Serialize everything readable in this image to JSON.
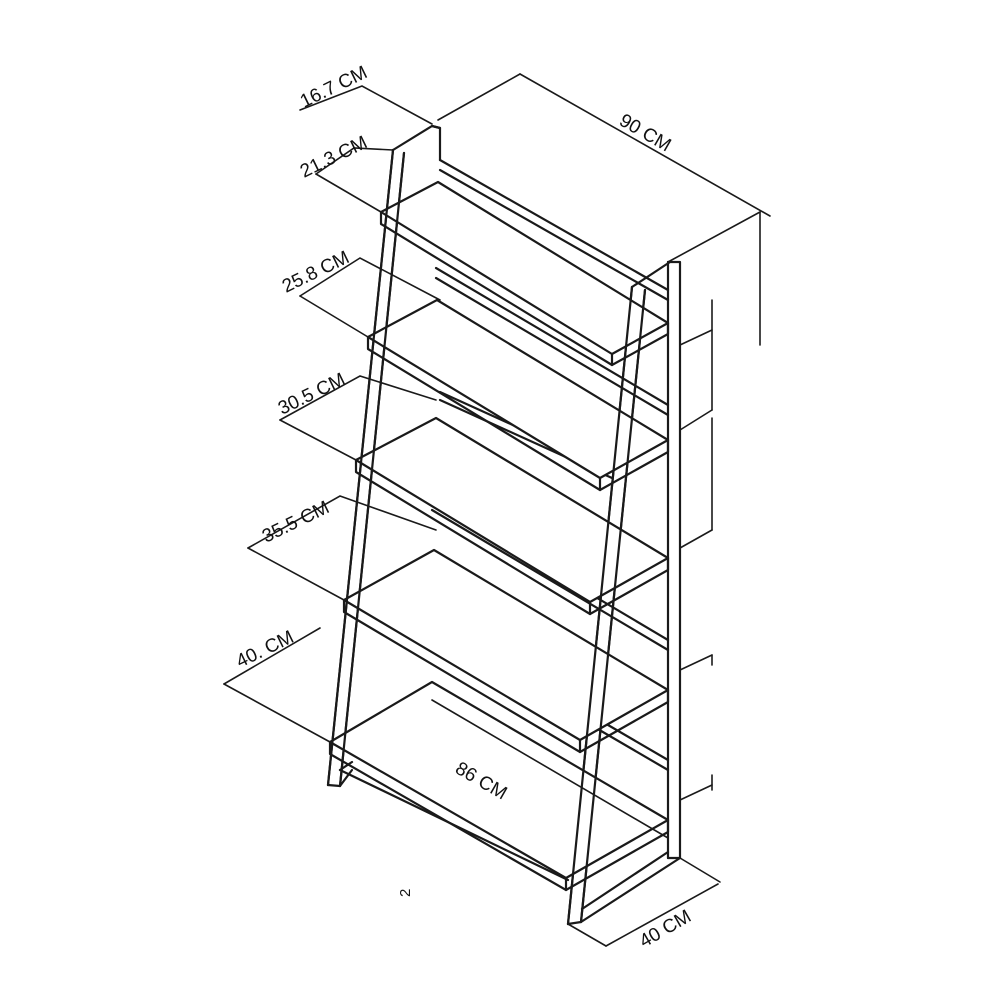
{
  "diagram": {
    "dimensions": {
      "width": "90 CM",
      "depth": "40 CM",
      "shelf_length": "86 CM",
      "shelf_depths": [
        "16.7 CM",
        "21.3 CM",
        "25.8 CM",
        "30.5 CM",
        "35.5 CM",
        "40.  CM"
      ]
    },
    "page_mark": "2"
  }
}
